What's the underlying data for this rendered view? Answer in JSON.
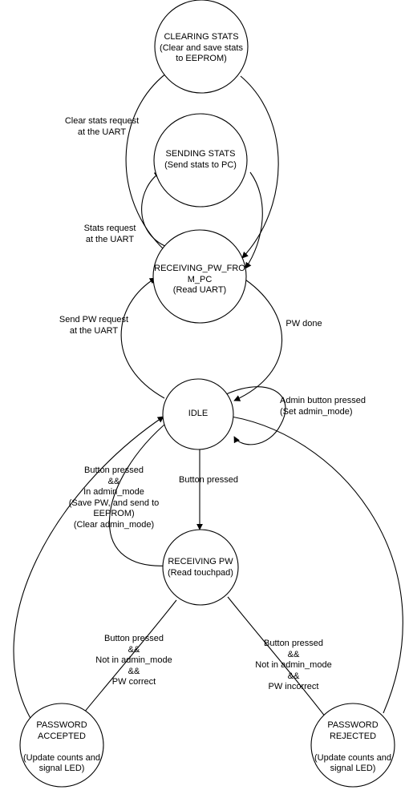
{
  "states": {
    "clearing": {
      "lines": [
        "CLEARING STATS",
        "(Clear and save stats",
        "to EEPROM)"
      ]
    },
    "sending": {
      "lines": [
        "SENDING STATS",
        "(Send stats to PC)"
      ]
    },
    "receiving_pc": {
      "lines": [
        "RECEIVING_PW_FRO",
        "M_PC",
        "(Read UART)"
      ]
    },
    "idle": {
      "lines": [
        "IDLE"
      ]
    },
    "receiving_pw": {
      "lines": [
        "RECEIVING PW",
        "(Read touchpad)"
      ]
    },
    "accepted": {
      "lines": [
        "PASSWORD",
        "ACCEPTED",
        "",
        "(Update counts and",
        "signal LED)"
      ]
    },
    "rejected": {
      "lines": [
        "PASSWORD",
        "REJECTED",
        "",
        "(Update counts and",
        "signal LED)"
      ]
    }
  },
  "transitions": {
    "clear_stats": {
      "lines": [
        "Clear stats request",
        "at the UART"
      ]
    },
    "stats_request": {
      "lines": [
        "Stats request",
        "at the UART"
      ]
    },
    "send_pw": {
      "lines": [
        "Send PW request",
        "at the UART"
      ]
    },
    "pw_done": {
      "lines": [
        "PW done"
      ]
    },
    "admin_button": {
      "lines": [
        "Admin button pressed",
        "(Set admin_mode)"
      ]
    },
    "button_pressed": {
      "lines": [
        "Button pressed"
      ]
    },
    "admin_save": {
      "lines": [
        "Button pressed",
        "&&",
        "In admin_mode",
        "(Save PW, and send to",
        "EEPROM)",
        "(Clear admin_mode)"
      ]
    },
    "pw_correct": {
      "lines": [
        "Button pressed",
        "&&",
        "Not in admin_mode",
        "&&",
        "PW correct"
      ]
    },
    "pw_incorrect": {
      "lines": [
        "Button pressed",
        "&&",
        "Not in admin_mode",
        "&&",
        "PW incorrect"
      ]
    }
  }
}
